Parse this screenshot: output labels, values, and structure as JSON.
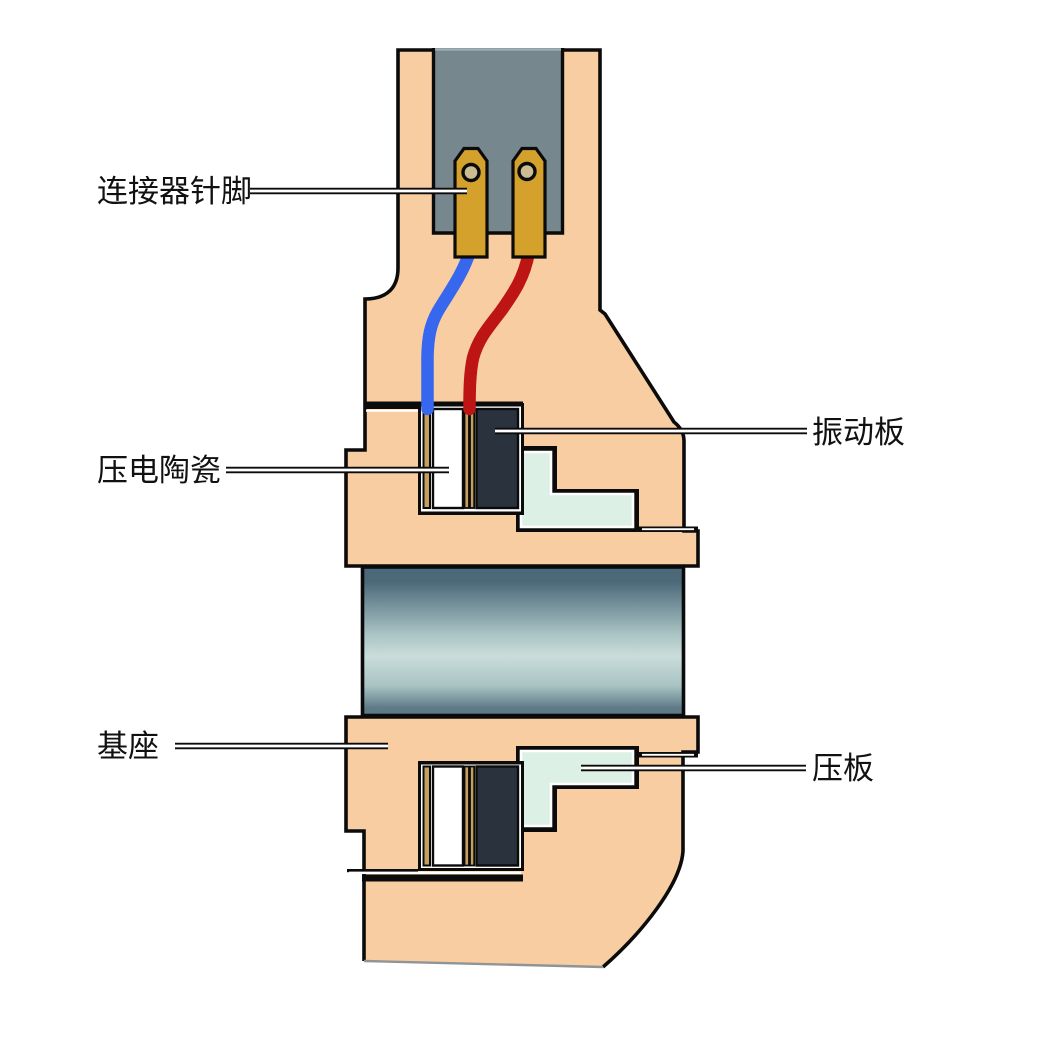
{
  "labels": {
    "connector_pins": "连接器针脚",
    "piezo_ceramic": "压电陶瓷",
    "vibration_plate": "振动板",
    "base": "基座",
    "pressure_plate": "压板"
  },
  "colors": {
    "background": "#FFFFFF",
    "body_peach": "#F8CDA1",
    "outline_black": "#0B0B0B",
    "connector_cavity_gray": "#76878D",
    "cavity_top_edge": "#9FAFB3",
    "pin_gold": "#D5A12D",
    "pin_hole_tan": "#CBBC92",
    "electrode_tan": "#C59E60",
    "ceramic_white": "#FFFFFF",
    "vibration_plate_navy": "#2A333D",
    "pressure_plate_mint": "#DCF0E6",
    "wire_blue": "#3667EE",
    "wire_red": "#BD1414",
    "cylinder_dark": "#4C697A",
    "cylinder_mid": "#A9C3C3",
    "cylinder_light": "#CADDDB",
    "cylinder_dark2": "#5E7A87",
    "cut_edge_gray": "#8F9496",
    "label_text": "#111111"
  }
}
